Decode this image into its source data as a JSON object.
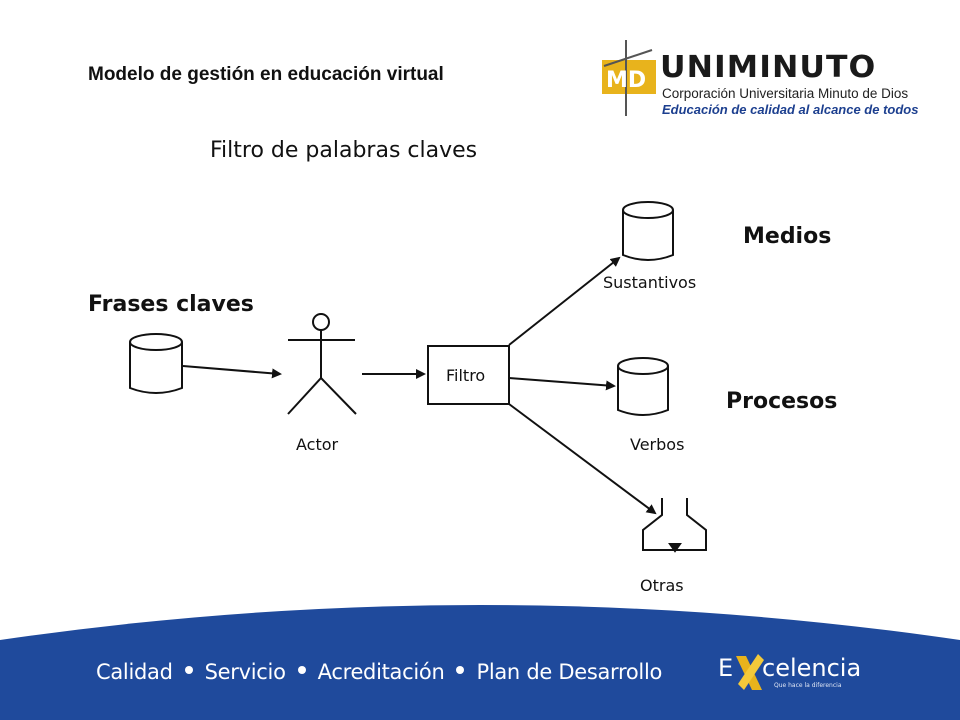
{
  "slide": {
    "title": "Modelo de gestión en educación virtual"
  },
  "logo": {
    "mark": "MD",
    "name": "UNIMINUTO",
    "subtitle": "Corporación Universitaria Minuto de Dios",
    "tagline": "Educación de calidad al alcance de todos"
  },
  "diagram": {
    "title": "Filtro de palabras claves",
    "input_heading": "Frases claves",
    "actor_label": "Actor",
    "filter_label": "Filtro",
    "outputs": {
      "sustantivos": "Sustantivos",
      "verbos": "Verbos",
      "otras": "Otras"
    },
    "medios_label": "Medios",
    "procesos_label": "Procesos"
  },
  "footer": {
    "items": [
      "Calidad",
      "Servicio",
      "Acreditación",
      "Plan de Desarrollo"
    ],
    "brand_e": "E",
    "brand_word": "celencia",
    "brand_tagline": "Que hace la diferencia"
  },
  "colors": {
    "footer_blue": "#1f4a9c",
    "logo_gold": "#e8b31c",
    "logo_blue": "#1c3f8f"
  }
}
